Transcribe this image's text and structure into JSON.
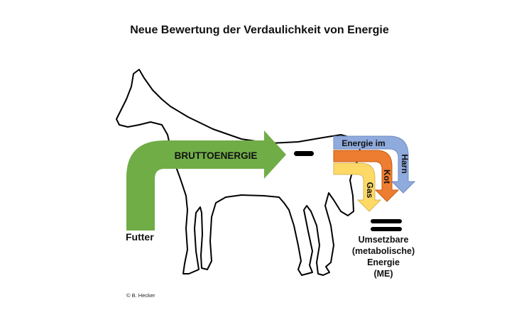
{
  "title": "Neue Bewertung der Verdaulichkeit von Energie",
  "diagram": {
    "input_label": "Futter",
    "gross_energy_label": "BRUTTOENERGIE",
    "losses": {
      "urine_top": "Energie im",
      "urine_side": "Harn",
      "feces": "Kot",
      "gas": "Gas"
    },
    "result_lines": [
      "Umsetzbare",
      "(metabolische)",
      "Energie",
      "(ME)"
    ]
  },
  "copyright": "© B. Hecker",
  "colors": {
    "gross_energy": "#70AD47",
    "urine": "#8FAADC",
    "feces": "#ED7D31",
    "gas": "#FFD966",
    "outline": "#000000"
  }
}
